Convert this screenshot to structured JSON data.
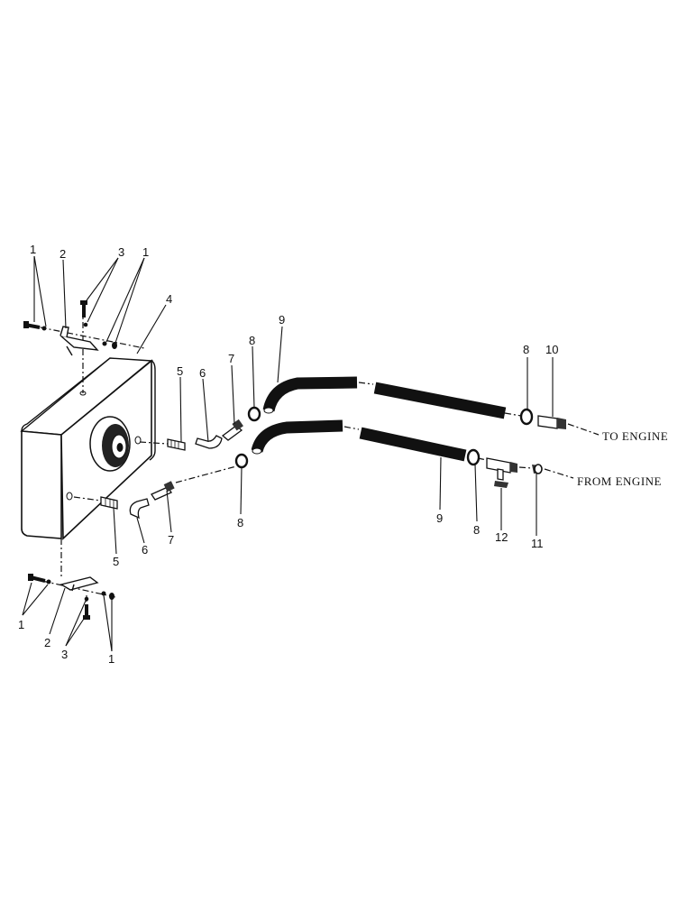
{
  "diagram": {
    "callouts": {
      "c1_top_left": "1",
      "c2_top": "2",
      "c3_top": "3",
      "c1_top_right": "1",
      "c4": "4",
      "c5_upper": "5",
      "c6_upper": "6",
      "c7_upper": "7",
      "c8_upper": "8",
      "c9_upper": "9",
      "c8_right": "8",
      "c10": "10",
      "c8_mid": "8",
      "c5_lower": "5",
      "c6_lower": "6",
      "c7_lower": "7",
      "c9_lower": "9",
      "c8_lower": "8",
      "c12": "12",
      "c11": "11",
      "c1_bottom_left": "1",
      "c2_bottom": "2",
      "c3_bottom": "3",
      "c1_bottom_right": "1"
    },
    "to_engine_label": "TO ENGINE",
    "from_engine_label": "FROM ENGINE"
  }
}
